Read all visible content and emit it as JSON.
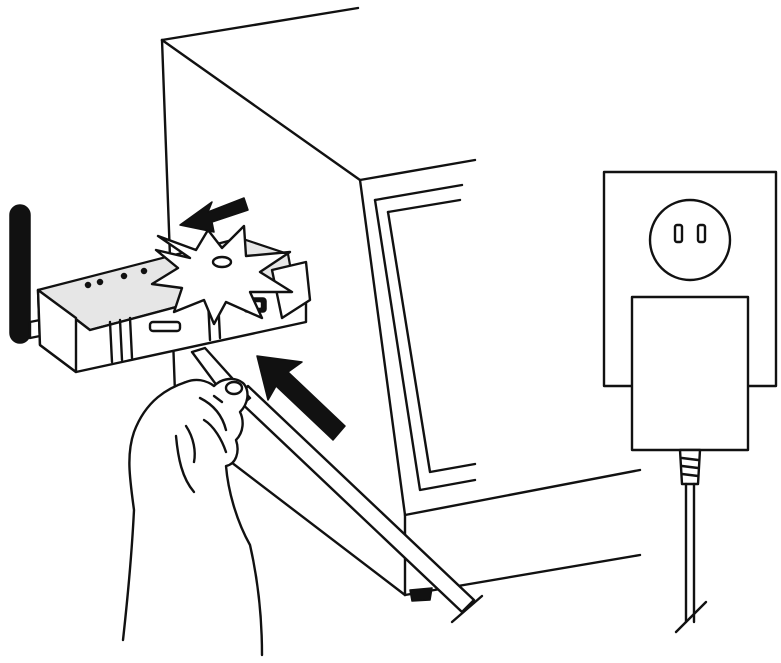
{
  "figure": {
    "scene_parts": [
      "box-device",
      "wireless-adapter",
      "antenna",
      "connector-cable",
      "hand",
      "insert-arrow",
      "press-arrow",
      "click-burst",
      "wall-outlet",
      "power-adapter",
      "power-cord"
    ]
  },
  "colors": {
    "line": "#111111",
    "fill": "#ffffff",
    "shade": "#e6e6e6"
  }
}
